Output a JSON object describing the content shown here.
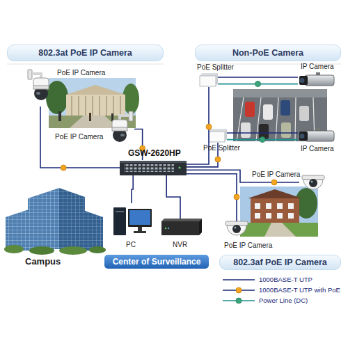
{
  "diagram": {
    "nodes": [
      {
        "text": [
          "802.3at PoE IP Camera"
        ]
      },
      {
        "text": [
          "Non-PoE Camera"
        ]
      },
      {
        "text": [
          "PoE IP Camera"
        ]
      },
      {
        "text": [
          "PoE Splitter"
        ]
      },
      {
        "text": [
          "IP Camera"
        ]
      },
      {
        "text": [
          "PoE IP Camera"
        ]
      },
      {
        "text": [
          "PoE Splitter"
        ]
      },
      {
        "text": [
          "IP Camera"
        ]
      },
      {
        "text": [
          "GSW-2620HP"
        ]
      },
      {
        "text": [
          "PoE IP Camera"
        ]
      },
      {
        "text": [
          "PC"
        ]
      },
      {
        "text": [
          "NVR"
        ]
      },
      {
        "text": [
          "PoE IP Camera"
        ]
      },
      {
        "text": [
          "Center of Surveillance"
        ]
      },
      {
        "text": [
          "802.3af PoE IP Camera"
        ]
      }
    ],
    "edges": [
      {
        "from": 2,
        "to": 8,
        "arrow": "none"
      },
      {
        "from": 5,
        "to": 8,
        "arrow": "none"
      },
      {
        "from": 3,
        "to": 8,
        "arrow": "none"
      },
      {
        "from": 3,
        "to": 4,
        "arrow": "none"
      },
      {
        "from": 3,
        "to": 4,
        "arrow": "none"
      },
      {
        "from": 6,
        "to": 8,
        "arrow": "none"
      },
      {
        "from": 6,
        "to": 7,
        "arrow": "none"
      },
      {
        "from": 6,
        "to": 7,
        "arrow": "none"
      },
      {
        "from": 8,
        "to": 9,
        "arrow": "none"
      },
      {
        "from": 8,
        "to": 10,
        "arrow": "none"
      },
      {
        "from": 8,
        "to": 11,
        "arrow": "none"
      },
      {
        "from": 8,
        "to": 12,
        "arrow": "none"
      }
    ],
    "labels": [
      "Campus"
    ],
    "legend": [
      {
        "text": "1000BASE-T UTP"
      },
      {
        "text": "1000BASE-T UTP with PoE"
      },
      {
        "text": "Power Line (DC)"
      }
    ]
  }
}
